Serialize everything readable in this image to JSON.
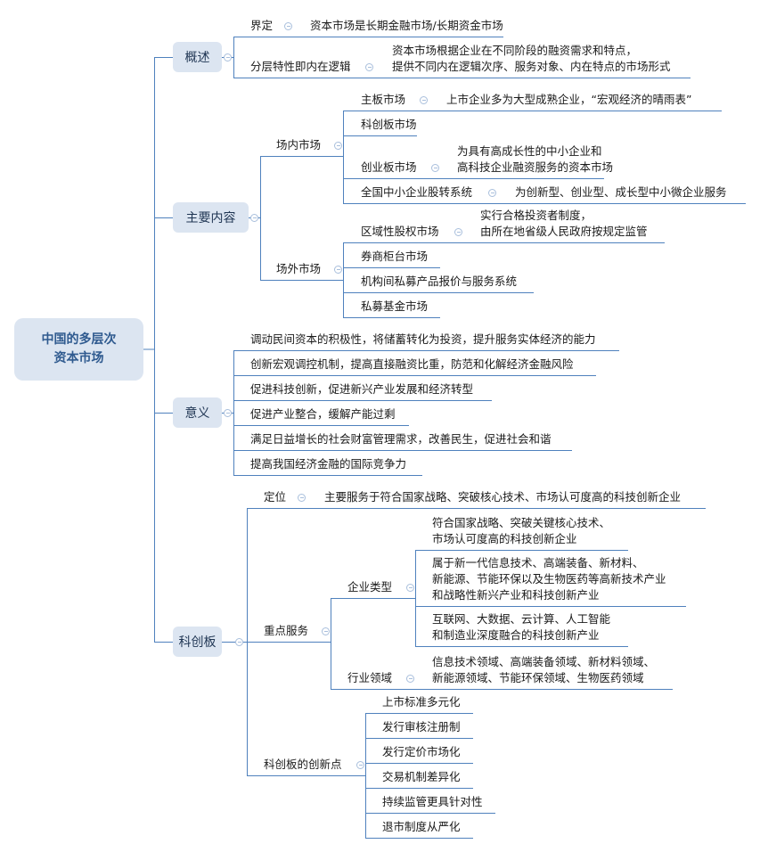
{
  "root": {
    "label": "中国的多层次\n资本市场"
  },
  "branches": {
    "overview": {
      "label": "概述",
      "definition": {
        "label": "界定",
        "detail": "资本市场是长期金融市场/长期资金市场"
      },
      "layering": {
        "label": "分层特性即内在逻辑",
        "detail": "资本市场根据企业在不同阶段的融资需求和特点，\n提供不同内在逻辑次序、服务对象、内在特点的市场形式"
      }
    },
    "content": {
      "label": "主要内容",
      "on_exchange": {
        "label": "场内市场",
        "items": [
          {
            "label": "主板市场",
            "detail": "上市企业多为大型成熟企业，“宏观经济的晴雨表”"
          },
          {
            "label": "科创板市场"
          },
          {
            "label": "创业板市场",
            "detail": "为具有高成长性的中小企业和\n高科技企业融资服务的资本市场"
          },
          {
            "label": "全国中小企业股转系统",
            "detail": "为创新型、创业型、成长型中小微企业服务"
          }
        ]
      },
      "off_exchange": {
        "label": "场外市场",
        "items": [
          {
            "label": "区域性股权市场",
            "detail": "实行合格投资者制度，\n由所在地省级人民政府按规定监管"
          },
          {
            "label": "券商柜台市场"
          },
          {
            "label": "机构间私募产品报价与服务系统"
          },
          {
            "label": "私募基金市场"
          }
        ]
      }
    },
    "significance": {
      "label": "意义",
      "items": [
        "调动民间资本的积极性，将储蓄转化为投资，提升服务实体经济的能力",
        "创新宏观调控机制，提高直接融资比重，防范和化解经济金融风险",
        "促进科技创新，促进新兴产业发展和经济转型",
        "促进产业整合，缓解产能过剩",
        "满足日益增长的社会财富管理需求，改善民生，促进社会和谐",
        "提高我国经济金融的国际竞争力"
      ]
    },
    "star_market": {
      "label": "科创板",
      "positioning": {
        "label": "定位",
        "detail": "主要服务于符合国家战略、突破核心技术、市场认可度高的科技创新企业"
      },
      "key_services": {
        "label": "重点服务",
        "enterprise_types": {
          "label": "企业类型",
          "items": [
            "符合国家战略、突破关键核心技术、\n市场认可度高的科技创新企业",
            "属于新一代信息技术、高端装备、新材料、\n新能源、节能环保以及生物医药等高新技术产业\n和战略性新兴产业和科技创新产业",
            "互联网、大数据、云计算、人工智能\n和制造业深度融合的科技创新产业"
          ]
        },
        "industry_fields": {
          "label": "行业领域",
          "detail": "信息技术领域、高端装备领域、新材料领域、\n新能源领域、节能环保领域、生物医药领域"
        }
      },
      "innovations": {
        "label": "科创板的创新点",
        "items": [
          "上市标准多元化",
          "发行审核注册制",
          "发行定价市场化",
          "交易机制差异化",
          "持续监管更具针对性",
          "退市制度从严化"
        ]
      }
    }
  },
  "colors": {
    "line": "#4f81bd",
    "node_fill": "#dce5f1",
    "root_text": "#2f5a8f",
    "collapse_icon": "#a9bfdc"
  }
}
